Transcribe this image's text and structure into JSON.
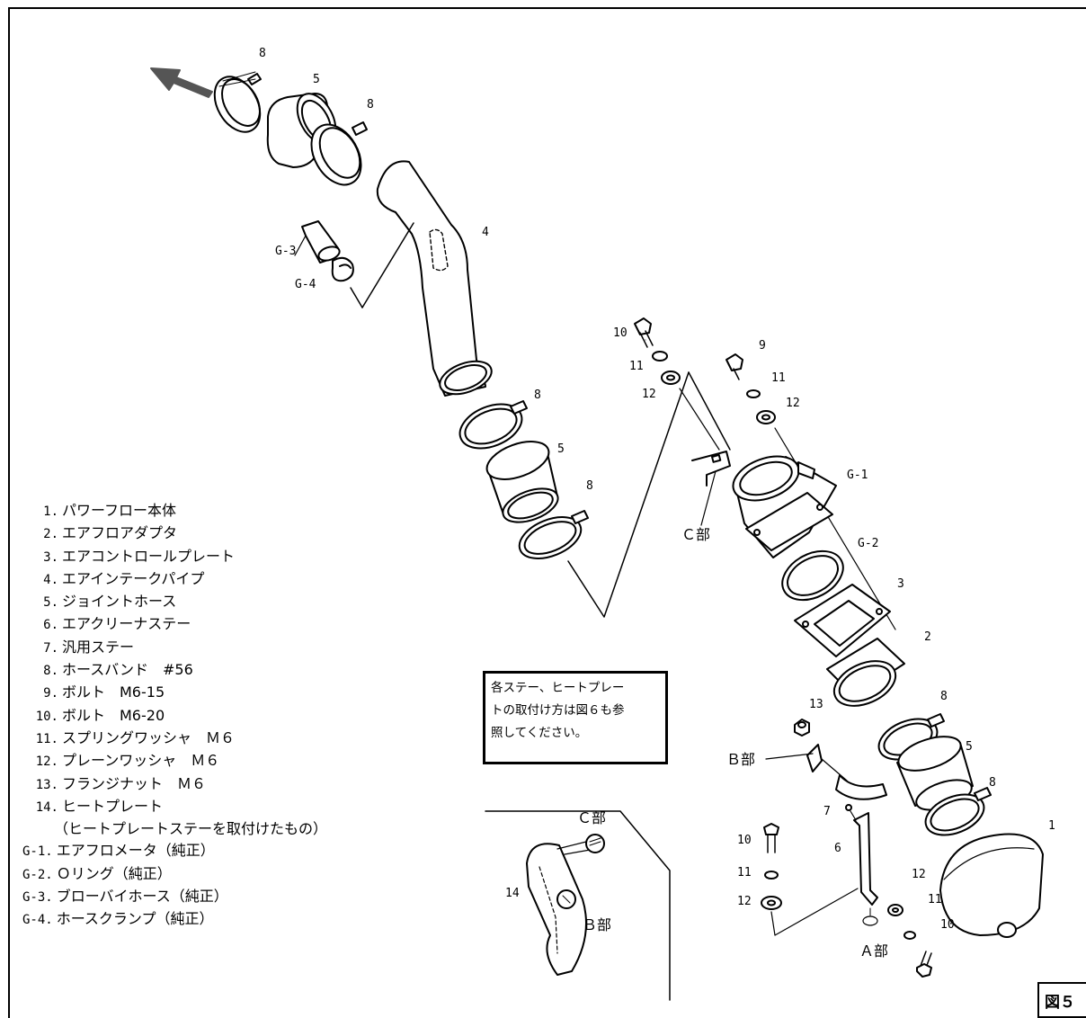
{
  "parts_list": [
    {
      "num": "1.",
      "name": "パワーフロー本体"
    },
    {
      "num": "2.",
      "name": "エアフロアダプタ"
    },
    {
      "num": "3.",
      "name": "エアコントロールプレート"
    },
    {
      "num": "4.",
      "name": "エアインテークパイプ"
    },
    {
      "num": "5.",
      "name": "ジョイントホース"
    },
    {
      "num": "6.",
      "name": "エアクリーナステー"
    },
    {
      "num": "7.",
      "name": "汎用ステー"
    },
    {
      "num": "8.",
      "name": "ホースバンド　#56"
    },
    {
      "num": "9.",
      "name": "ボルト　M6-15"
    },
    {
      "num": "10.",
      "name": "ボルト　M6-20"
    },
    {
      "num": "11.",
      "name": "スプリングワッシャ　Ｍ６"
    },
    {
      "num": "12.",
      "name": "プレーンワッシャ　Ｍ６"
    },
    {
      "num": "13.",
      "name": "フランジナット　Ｍ６"
    },
    {
      "num": "14.",
      "name": "ヒートプレート"
    }
  ],
  "parts_list_note": "（ヒートプレートステーを取付けたもの）",
  "genuine_parts": [
    {
      "num": "G-1.",
      "name": "エアフロメータ（純正）"
    },
    {
      "num": "G-2.",
      "name": "Ｏリング（純正）"
    },
    {
      "num": "G-3.",
      "name": "ブローバイホース（純正）"
    },
    {
      "num": "G-4.",
      "name": "ホースクランプ（純正）"
    }
  ],
  "note": {
    "lines": [
      "各ステー、ヒートプレー",
      "トの取付け方は図６も参",
      "照してください。"
    ]
  },
  "figure_label": "図５",
  "callouts": {
    "n1": "1",
    "n2": "2",
    "n3": "3",
    "n4": "4",
    "n5": "5",
    "n6": "6",
    "n7": "7",
    "n8": "8",
    "n9": "9",
    "n10": "10",
    "n11": "11",
    "n12": "12",
    "n13": "13",
    "n14": "14",
    "g1": "G-1",
    "g2": "G-2",
    "g3": "G-3",
    "g4": "G-4"
  },
  "section_labels": {
    "a": "Ａ部",
    "b": "Ｂ部",
    "c": "Ｃ部"
  }
}
